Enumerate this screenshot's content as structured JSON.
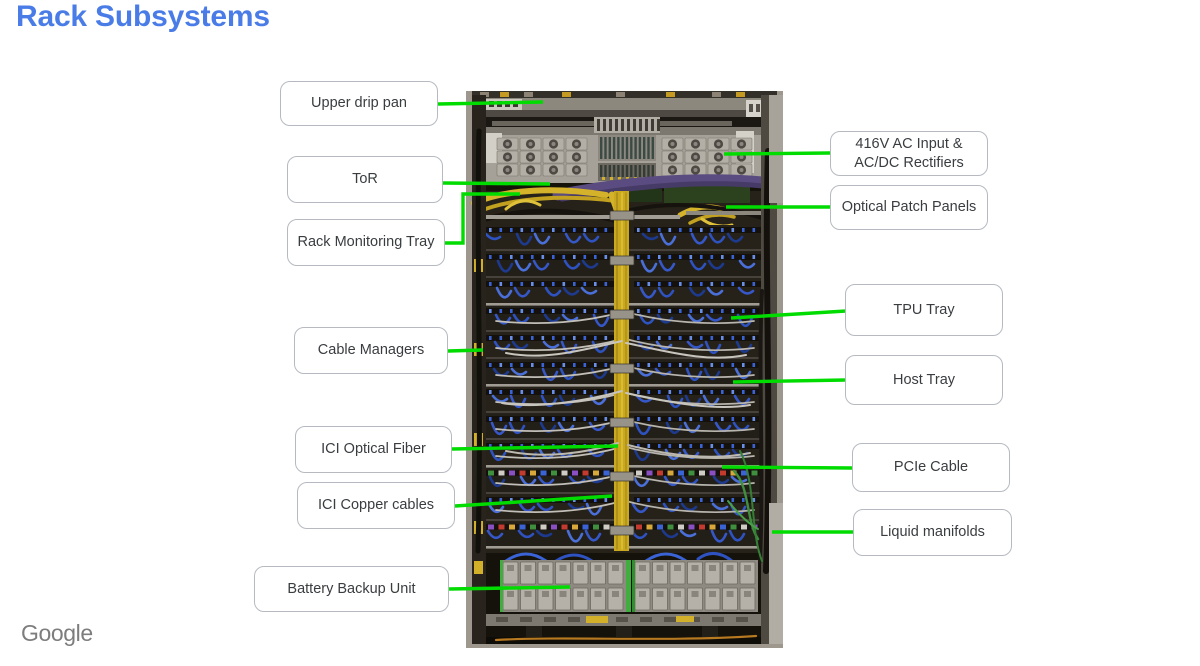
{
  "slide": {
    "title": "Rack Subsystems",
    "logo": "Google"
  },
  "colors": {
    "title_blue": "#4a7ce8",
    "connector_green": "#00dc00",
    "callout_border": "#b6bac0",
    "callout_text": "#3a3d40",
    "logo_gray": "#7d7d7d"
  },
  "callouts": {
    "upper_drip_pan": {
      "label": "Upper drip pan"
    },
    "tor": {
      "label": "ToR"
    },
    "rack_monitoring_tray": {
      "label": "Rack Monitoring Tray"
    },
    "cable_managers": {
      "label": "Cable Managers"
    },
    "ici_optical_fiber": {
      "label": "ICI Optical Fiber"
    },
    "ici_copper_cables": {
      "label": "ICI Copper cables"
    },
    "battery_backup_unit": {
      "label": "Battery Backup Unit"
    },
    "ac_input_rectifiers": {
      "label": "416V AC Input & AC/DC Rectifiers"
    },
    "optical_patch_panels": {
      "label": "Optical Patch Panels"
    },
    "tpu_tray": {
      "label": "TPU Tray"
    },
    "host_tray": {
      "label": "Host Tray"
    },
    "pcie_cable": {
      "label": "PCIe Cable"
    },
    "liquid_manifolds": {
      "label": "Liquid manifolds"
    }
  }
}
